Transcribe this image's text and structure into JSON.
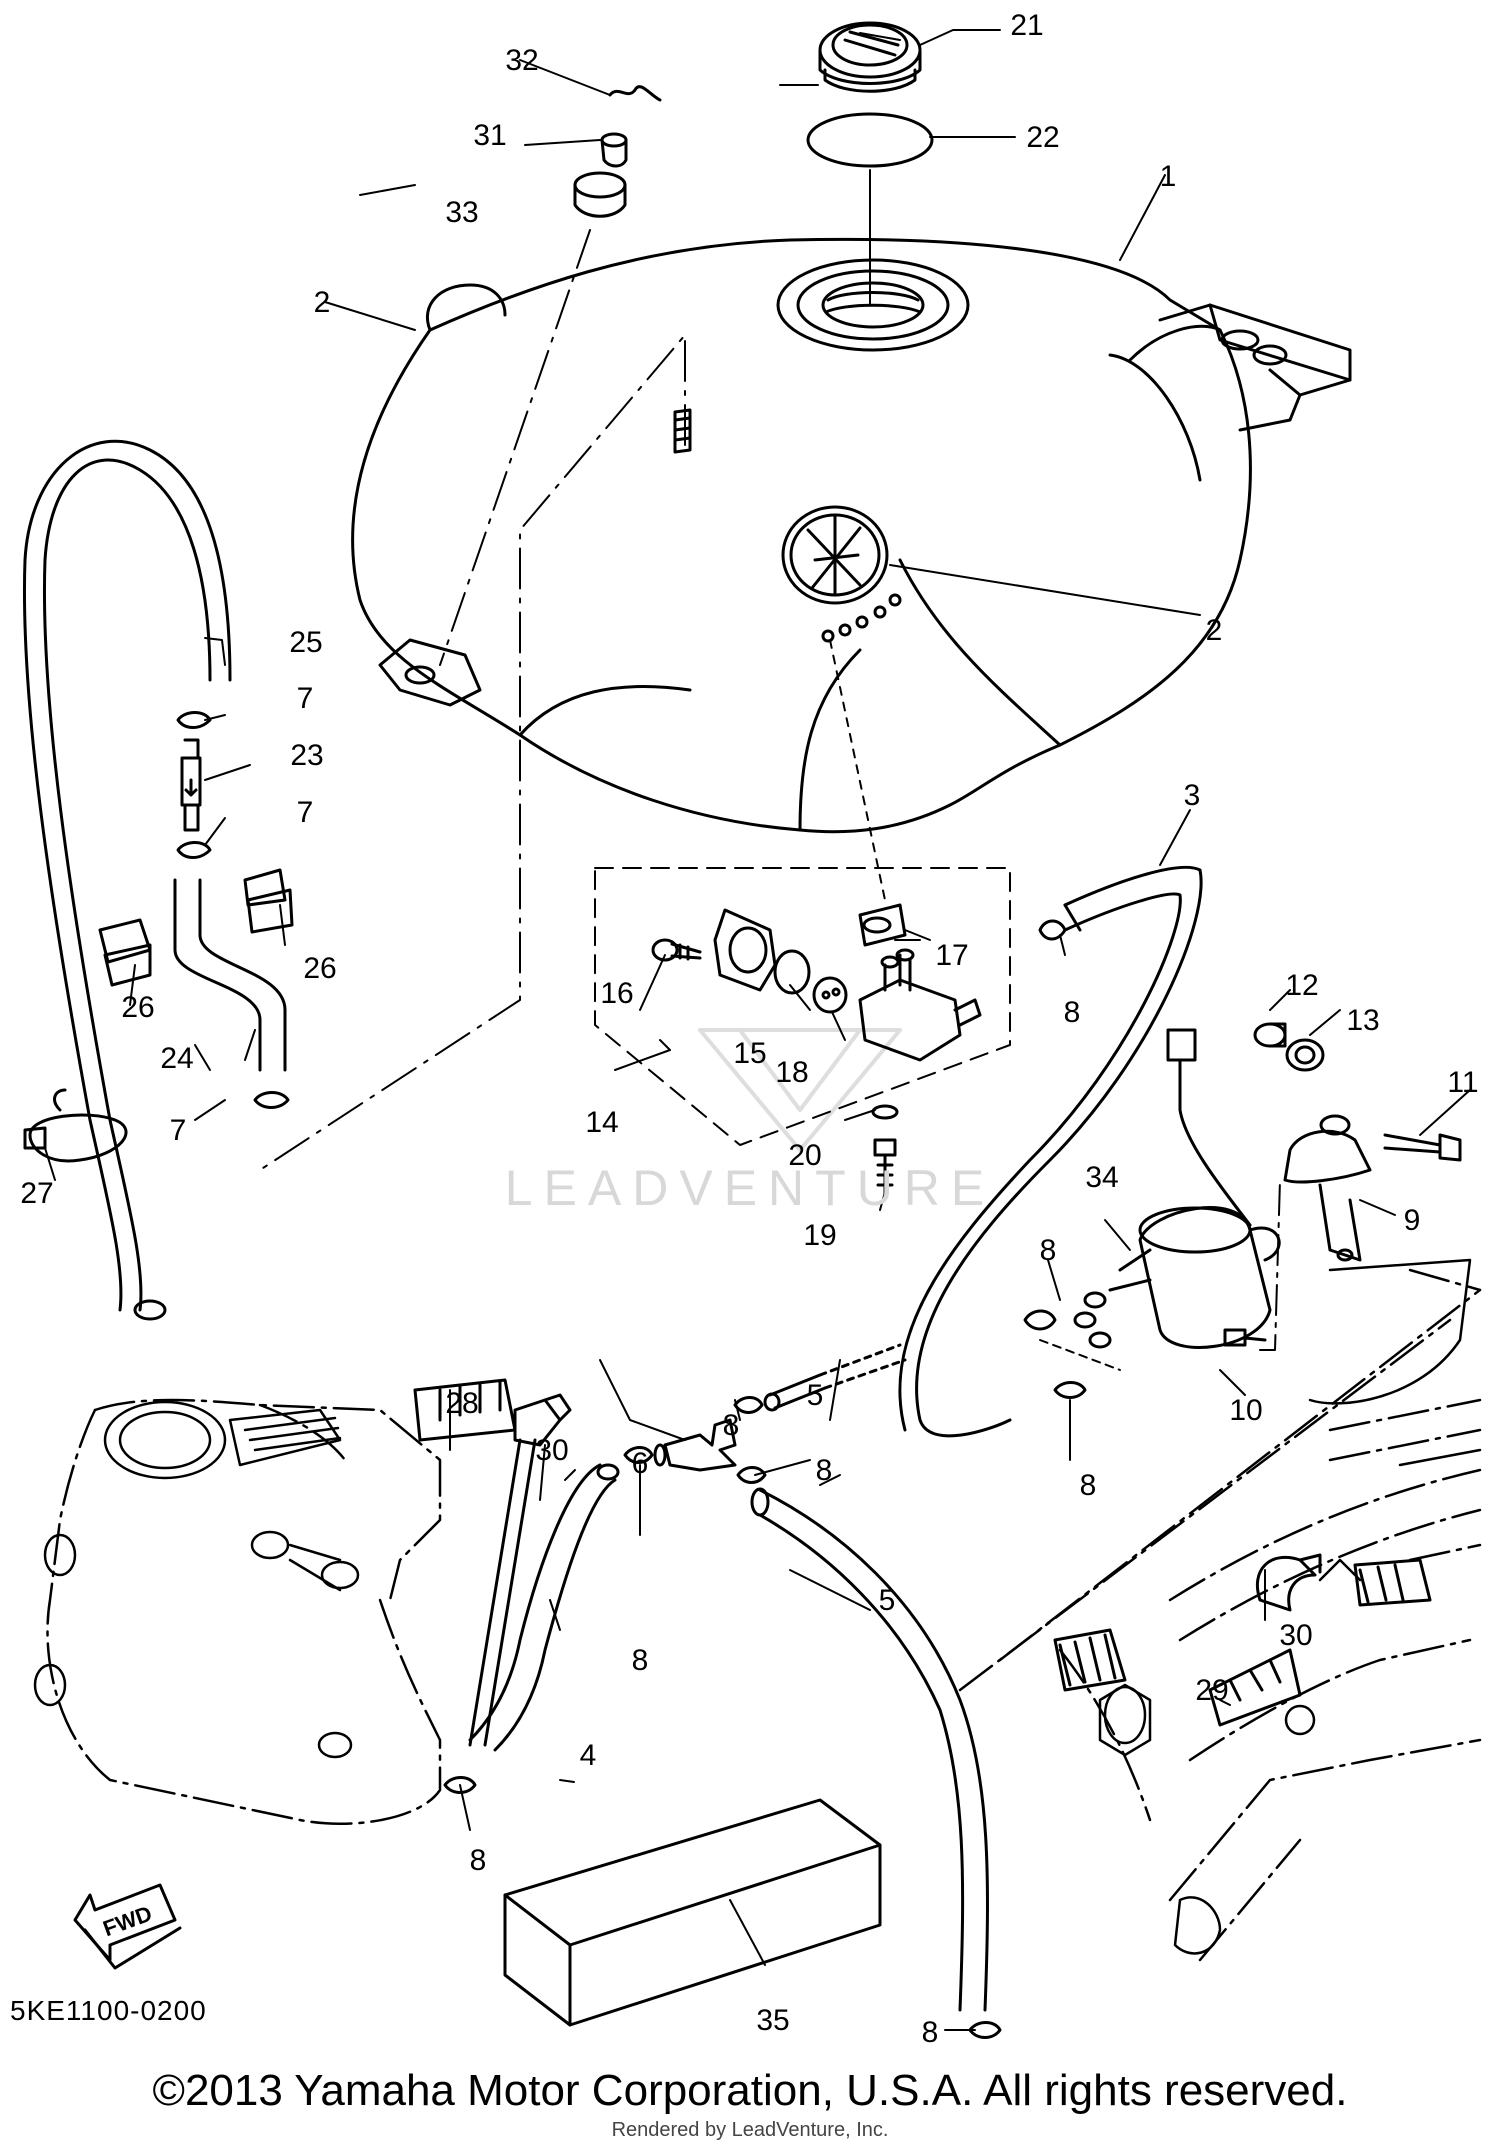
{
  "diagram": {
    "callouts": {
      "c1": "1",
      "c2a": "2",
      "c2b": "2",
      "c3": "3",
      "c4": "4",
      "c5a": "5",
      "c5b": "5",
      "c6": "6",
      "c7a": "7",
      "c7b": "7",
      "c7c": "7",
      "c8a": "8",
      "c8b": "8",
      "c8c": "8",
      "c8d": "8",
      "c8e": "8",
      "c8f": "8",
      "c8g": "8",
      "c8h": "8",
      "c9": "9",
      "c10": "10",
      "c11": "11",
      "c12": "12",
      "c13": "13",
      "c14": "14",
      "c15": "15",
      "c16": "16",
      "c17": "17",
      "c18": "18",
      "c19": "19",
      "c20": "20",
      "c21": "21",
      "c22": "22",
      "c23": "23",
      "c24": "24",
      "c25": "25",
      "c26a": "26",
      "c26b": "26",
      "c27": "27",
      "c28": "28",
      "c29": "29",
      "c30a": "30",
      "c30b": "30",
      "c31": "31",
      "c32": "32",
      "c33": "33",
      "c34": "34",
      "c35": "35"
    },
    "fwd_label": "FWD",
    "watermark": "LEADVENTURE"
  },
  "footer": {
    "diagram_code": "5KE1100-0200",
    "copyright": "©2013 Yamaha Motor Corporation, U.S.A. All rights reserved.",
    "rendered_by": "Rendered by LeadVenture, Inc."
  },
  "colors": {
    "line": "#000000",
    "watermark": "#d8d8d8",
    "background": "#ffffff"
  }
}
